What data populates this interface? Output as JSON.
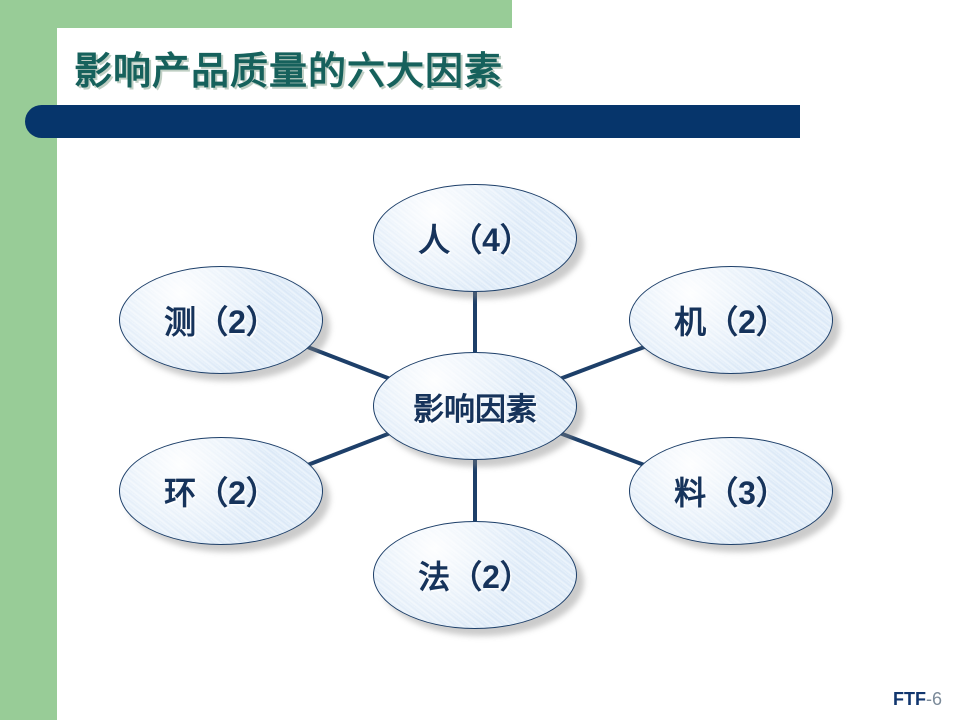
{
  "slide": {
    "title": "影响产品质量的六大因素",
    "title_color": "#16615c",
    "accent_green": "#98cc97",
    "accent_navy": "#06356b",
    "node_text_color": "#16335b"
  },
  "diagram": {
    "type": "hub-and-spoke",
    "center": {
      "label": "影响因素",
      "name": "center-node"
    },
    "nodes": [
      {
        "label": "人（4）",
        "name": "node-person",
        "position": "top",
        "factor": "人",
        "count": 4
      },
      {
        "label": "机（2）",
        "name": "node-machine",
        "position": "right-upper",
        "factor": "机",
        "count": 2
      },
      {
        "label": "料（3）",
        "name": "node-material",
        "position": "right-lower",
        "factor": "料",
        "count": 3
      },
      {
        "label": "法（2）",
        "name": "node-method",
        "position": "bottom",
        "factor": "法",
        "count": 2
      },
      {
        "label": "环（2）",
        "name": "node-environment",
        "position": "left-lower",
        "factor": "环",
        "count": 2
      },
      {
        "label": "测（2）",
        "name": "node-measurement",
        "position": "left-upper",
        "factor": "测",
        "count": 2
      }
    ]
  },
  "footer": {
    "brand": "FTF",
    "page": "-6"
  }
}
